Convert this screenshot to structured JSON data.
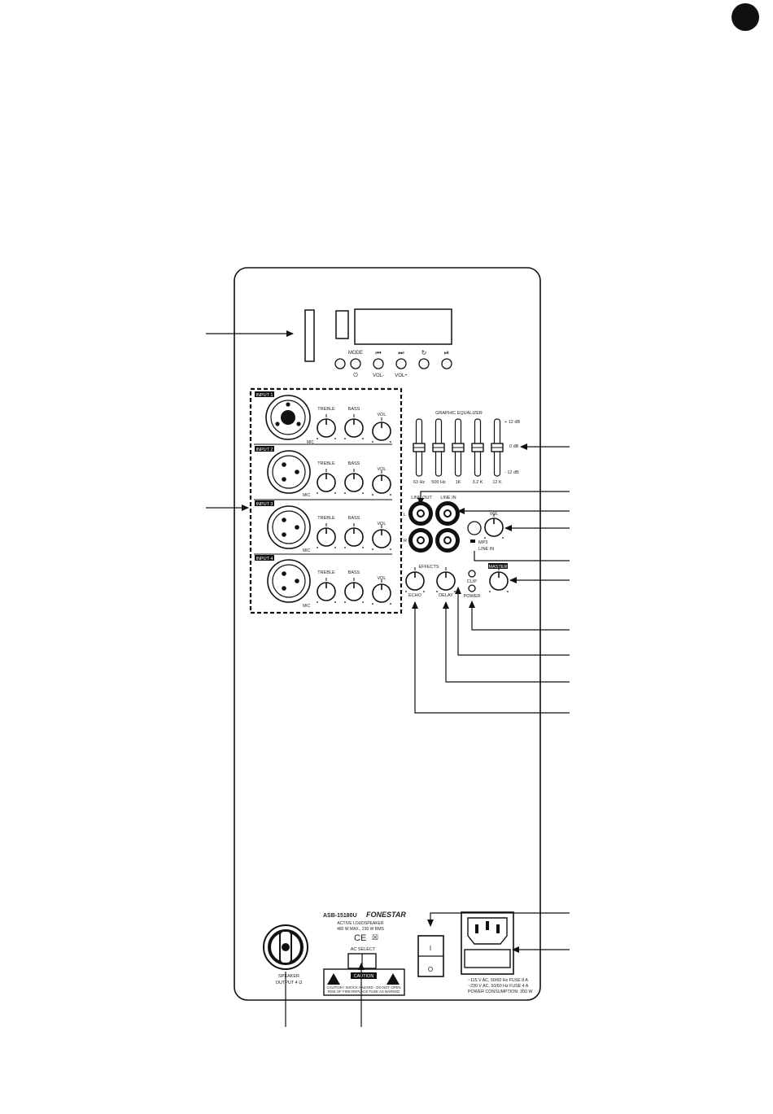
{
  "diagram": {
    "title": "",
    "brand_model": "ASB-15180U",
    "brand_name": "FONESTAR",
    "product_line1": "ACTIVE LOUDSPEAKER",
    "product_line2": "480 W MAX., 230 W RMS",
    "usb_controls": {
      "mode_label": "MODE",
      "power_symbol": "⏻",
      "prev_symbol": "⏮",
      "next_symbol": "⏭",
      "repeat_symbol": "↻",
      "play_symbol": "⏯",
      "vol_minus": "VOL-",
      "vol_plus": "VOL+"
    },
    "inputs": [
      {
        "label": "INPUT 1",
        "mic_label": "MIC",
        "treble": "TREBLE",
        "bass": "BASS",
        "vol": "VOL"
      },
      {
        "label": "INPUT 2",
        "mic_label": "MIC",
        "treble": "TREBLE",
        "bass": "BASS",
        "vol": "VOL"
      },
      {
        "label": "INPUT 3",
        "mic_label": "MIC",
        "treble": "TREBLE",
        "bass": "BASS",
        "vol": "VOL"
      },
      {
        "label": "INPUT 4",
        "mic_label": "MIC",
        "treble": "TREBLE",
        "bass": "BASS",
        "vol": "VOL"
      }
    ],
    "equalizer": {
      "title": "GRAPHIC EQUALIZER",
      "top_label": "+ 12 dB",
      "mid_label": "0 dB",
      "bottom_label": "- 12 dB",
      "bands": [
        "63 Hz",
        "500 Hz",
        "1K",
        "3.2 K",
        "12 K"
      ]
    },
    "line": {
      "line_out": "LINE OUT",
      "line_in": "LINE IN",
      "left": "L",
      "right": "R",
      "vol": "VOL",
      "mp3": "MP3",
      "line_in_sel": "LINE IN"
    },
    "effects": {
      "title": "EFFECTS",
      "echo": "ECHO",
      "delay": "DELAY",
      "clip": "CLIP",
      "power": "POWER",
      "master": "MASTER"
    },
    "speaker_output": {
      "line1": "SPEAKER",
      "line2": "OUTPUT 4 Ω"
    },
    "ac_select": "AC SELECT",
    "caution": {
      "title": "CAUTION",
      "line1": "CAUTION ! SHOCK HAZARD - DO NOT OPEN",
      "line2": "RISK OF FIRE-REPLACE FUSE AS MARKED"
    },
    "power_spec": {
      "line1": "~115 V AC, 50/60 Hz FUSE 8 A",
      "line2": "~230 V AC, 50/60 Hz FUSE 4 A",
      "line3": "POWER CONSUMPTION: 350 W"
    },
    "switch": {
      "on": "I",
      "off": "O"
    },
    "ce_mark": "CE"
  }
}
